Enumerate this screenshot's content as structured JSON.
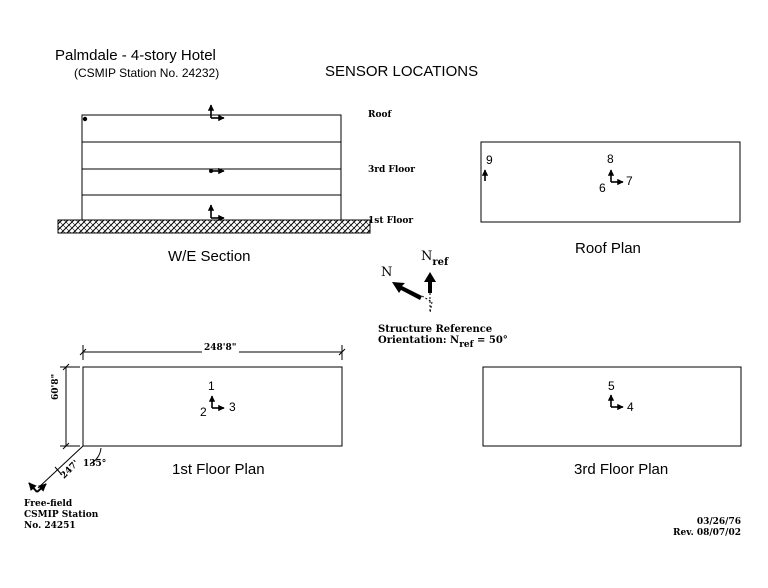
{
  "header": {
    "title": "Palmdale - 4-story Hotel",
    "subtitle": "(CSMIP Station No. 24232)",
    "heading": "SENSOR LOCATIONS"
  },
  "section": {
    "caption": "W/E Section",
    "levels": {
      "roof": "Roof",
      "third": "3rd Floor",
      "first": "1st Floor"
    }
  },
  "roof_plan": {
    "caption": "Roof Plan",
    "sensors": {
      "s9": "9",
      "s8": "8",
      "s6": "6",
      "s7": "7"
    }
  },
  "orientation": {
    "north": "N",
    "nref_n": "N",
    "nref_sub": "ref",
    "label_line1": "Structure Reference",
    "label_line2_prefix": "Orientation: N",
    "label_line2_sub": "ref",
    "label_line2_suffix": "= 50°"
  },
  "first_floor_plan": {
    "caption": "1st Floor Plan",
    "width_dim": "248'8\"",
    "depth_dim": "60'8\"",
    "angle": "135°",
    "offset_dim": "247'",
    "sensors": {
      "s1": "1",
      "s2": "2",
      "s3": "3"
    }
  },
  "third_floor_plan": {
    "caption": "3rd Floor Plan",
    "sensors": {
      "s5": "5",
      "s4": "4"
    }
  },
  "free_field": {
    "line1": "Free-field",
    "line2": "CSMIP Station",
    "line3": "No. 24251"
  },
  "dates": {
    "date1": "03/26/76",
    "date2": "Rev. 08/07/02"
  }
}
